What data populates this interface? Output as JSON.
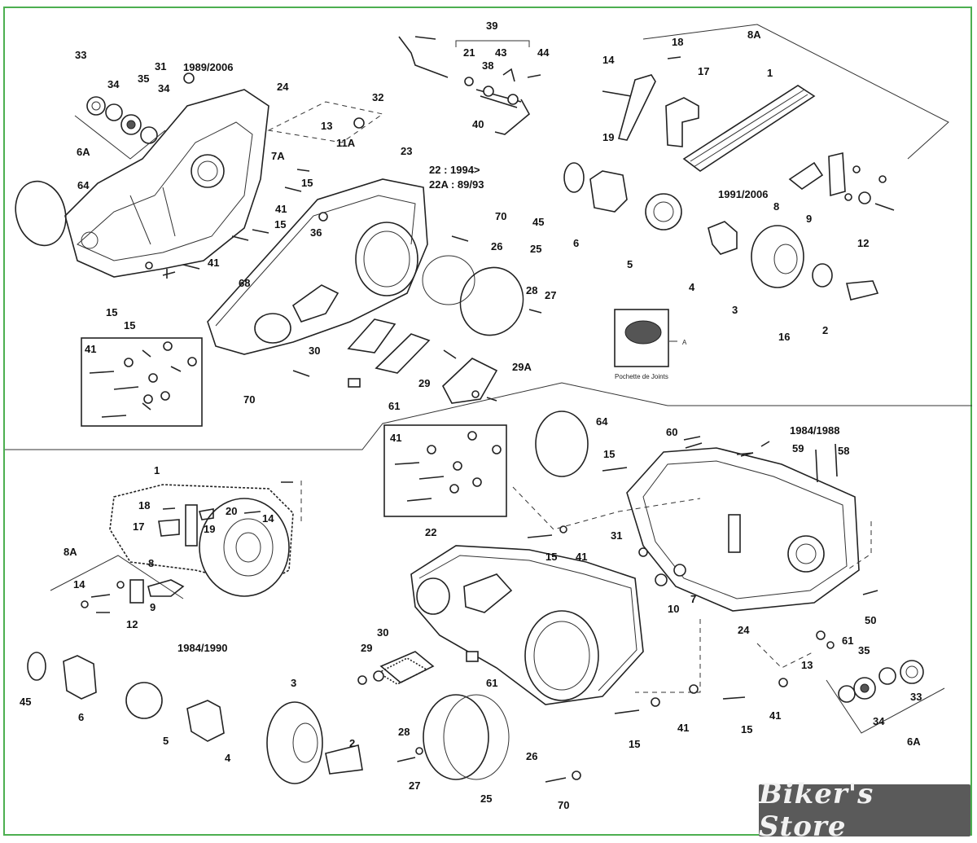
{
  "brand": {
    "logo_text": "Biker's Store"
  },
  "colors": {
    "frame": "#4caf50",
    "ink": "#222222",
    "logo_bg": "#5a5a5a"
  },
  "gasket_kit": {
    "title": "Pochette de Joints",
    "ref": "A"
  },
  "sections": {
    "top_left_year": "1989/2006",
    "top_right_year": "1991/2006",
    "bottom_left_year": "1984/1990",
    "bottom_right_year": "1984/1988"
  },
  "labels": {
    "l33a": "33",
    "l31a": "31",
    "l34a": "34",
    "l35a": "35",
    "l34b": "34",
    "l24a": "24",
    "l32a": "32",
    "l13a": "13",
    "l7a": "7A",
    "l11a": "11A",
    "l15a": "15",
    "l6a_a": "6A",
    "l64a": "64",
    "l41a": "41",
    "l15b": "15",
    "l41b": "41",
    "l15c": "15",
    "l15d": "15",
    "l23": "23",
    "l22line1": "22 : 1994>",
    "l22line2": "22A : 89/93",
    "l36": "36",
    "l70a": "70",
    "l26a": "26",
    "l25a": "25",
    "l68": "68",
    "l28a": "28",
    "l27a": "27",
    "l30a": "30",
    "l29a": "29",
    "l29aa": "29A",
    "l70b": "70",
    "l61a": "61",
    "l41c": "41",
    "l39": "39",
    "l21": "21",
    "l43": "43",
    "l44": "44",
    "l38": "38",
    "l40": "40",
    "l14a": "14",
    "l18a": "18",
    "l8a_a": "8A",
    "l17a": "17",
    "l1a": "1",
    "l19a": "19",
    "l45a": "45",
    "l6a": "6",
    "l5a": "5",
    "l8a": "8",
    "l9a": "9",
    "l12a": "12",
    "l4a": "4",
    "l3a": "3",
    "l16": "16",
    "l2a": "2",
    "l64b": "64",
    "l41d": "41",
    "l60": "60",
    "l59": "59",
    "l58": "58",
    "l15e": "15",
    "l15f": "15",
    "l41e": "41",
    "l31b": "31",
    "l10": "10",
    "l7": "7",
    "l22": "22",
    "l24b": "24",
    "l50": "50",
    "l61b": "61",
    "l13b": "13",
    "l35b": "35",
    "l33b": "33",
    "l34c": "34",
    "l6a_b": "6A",
    "l30b": "30",
    "l29b": "29",
    "l61c": "61",
    "l28b": "28",
    "l27b": "27",
    "l25b": "25",
    "l26b": "26",
    "l70c": "70",
    "l15g": "15",
    "l41f": "41",
    "l15h": "15",
    "l41g": "41",
    "l1b": "1",
    "l18b": "18",
    "l20": "20",
    "l14b": "14",
    "l17b": "17",
    "l19b": "19",
    "l8a_c": "8A",
    "l8b": "8",
    "l14c": "14",
    "l9b": "9",
    "l12b": "12",
    "l45b": "45",
    "l6b": "6",
    "l5b": "5",
    "l4b": "4",
    "l3b": "3",
    "l2b": "2"
  }
}
